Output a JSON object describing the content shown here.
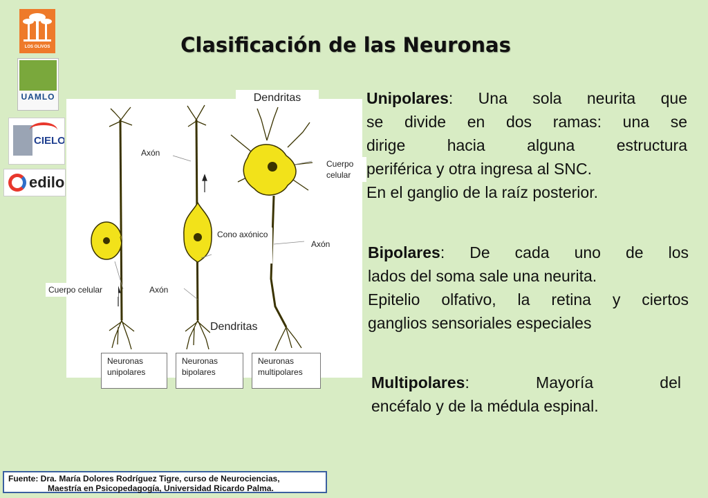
{
  "title": "Clasificación de las Neuronas",
  "logos": {
    "los_olivos": "LOS OLIVOS",
    "uamlo": "UAMLO",
    "cielo": "CIELO",
    "edilo": "edilo"
  },
  "diagram": {
    "labels": {
      "dendritas_top": "Dendritas",
      "axon_1": "Axón",
      "cuerpo_celular_top": "Cuerpo celular",
      "cono_axonico": "Cono axónico",
      "axon_3": "Axón",
      "cuerpo_celular_left": "Cuerpo celular",
      "axon_2": "Axón",
      "dendritas_bottom": "Dendritas"
    },
    "captions": [
      "Neuronas unipolares",
      "Neuronas bipolares",
      "Neuronas multipolares"
    ]
  },
  "sections": {
    "unipolares": {
      "term": "Unipolares",
      "lines": [
        ": Una sola neurita que",
        "se divide en dos ramas: una se",
        "dirige hacia alguna estructura",
        "periférica y otra ingresa al SNC.",
        "En el ganglio de la raíz posterior."
      ]
    },
    "bipolares": {
      "term": "Bipolares",
      "lines": [
        ": De cada uno de los",
        "lados del soma sale una neurita.",
        "Epitelio olfativo, la retina y ciertos",
        "ganglios sensoriales especiales"
      ]
    },
    "multipolares": {
      "term": "Multipolares",
      "lines": [
        ": Mayoría del",
        "encéfalo y de la médula espinal."
      ]
    }
  },
  "source": {
    "line1": "Fuente: Dra. María Dolores Rodríguez Tigre, curso de Neurociencias,",
    "line2": "Maestría en Psicopedagogía, Universidad Ricardo Palma."
  },
  "colors": {
    "background": "#d8ecc4",
    "neuron_fill": "#f2e21a",
    "neuron_stroke": "#3a3300",
    "source_border": "#3a5fa0"
  }
}
